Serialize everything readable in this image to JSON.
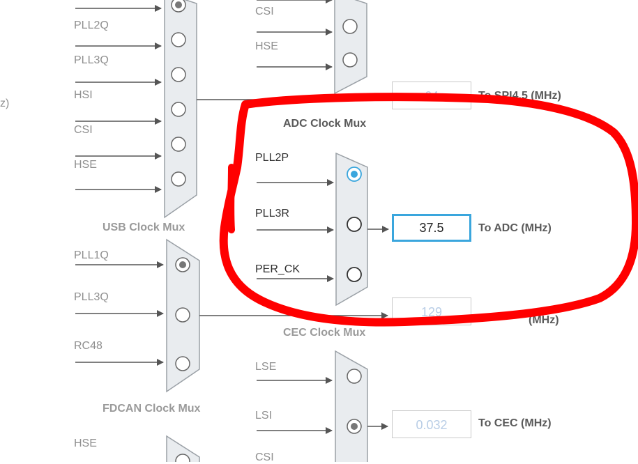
{
  "usb_mux": {
    "title": "USB Clock Mux",
    "inputs": [
      "PLL2Q",
      "PLL3Q",
      "HSI",
      "CSI",
      "HSE"
    ]
  },
  "spi_mux": {
    "inputs": [
      "CSI",
      "HSE"
    ],
    "output_value": "64",
    "output_label": "To SPI4,5 (MHz)"
  },
  "adc_mux": {
    "title": "ADC Clock Mux",
    "inputs": [
      "PLL2P",
      "PLL3R",
      "PER_CK"
    ],
    "selected": "PLL2P",
    "output_value": "37.5",
    "output_label": "To ADC (MHz)"
  },
  "fdcan_mux": {
    "title": "FDCAN Clock Mux",
    "inputs": [
      "PLL1Q",
      "PLL3Q",
      "RC48"
    ],
    "selected": "PLL1Q",
    "output_value": "129",
    "output_label": "(MHz)"
  },
  "cec_mux": {
    "title": "CEC Clock Mux",
    "inputs": [
      "LSE",
      "LSI",
      "CSI"
    ],
    "selected": "LSI",
    "output_value": "0.032",
    "output_label": "To CEC (MHz)"
  },
  "fdcan_next_inputs": [
    "HSE"
  ],
  "left_edge_text": "z)",
  "colors": {
    "wire": "#555555",
    "mux_fill": "#e9ecef",
    "mux_stroke": "#9aa0a6",
    "selected_radio": "#3aa6dd",
    "annotation": "#ff0000"
  }
}
